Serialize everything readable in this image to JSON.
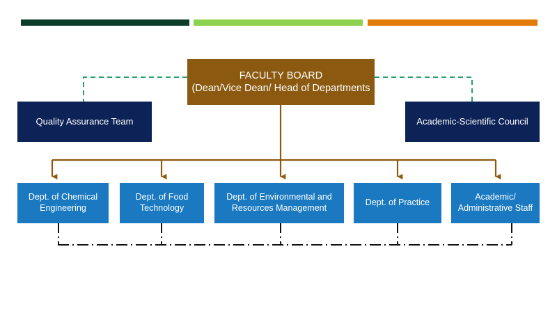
{
  "page": {
    "title": "Faculty Organisational Structure Chart",
    "background": "#ffffff"
  },
  "accent_bars": [
    {
      "name": "dark-green",
      "color": "#0b3d2a",
      "label": ""
    },
    {
      "name": "light-green",
      "color": "#8dd24f",
      "label": ""
    },
    {
      "name": "orange",
      "color": "#e37b09",
      "label": ""
    }
  ],
  "colors": {
    "brown": "#8b5a10",
    "navy": "#0d2357",
    "blue": "#1a79c0",
    "dark_green_bar": "#0b3d2a",
    "light_green_bar": "#8dd24f",
    "orange_bar": "#e37b09",
    "dashed_green_connector": "#23a06a",
    "arrow_connector": "#8b5a10",
    "dash_dot_connector": "#111111",
    "node_text": "#ffffff"
  },
  "chart_data": {
    "type": "diagram",
    "title": "Faculty Organisational Structure",
    "nodes": [
      {
        "id": "faculty-board",
        "label_line_1": "FACULTY BOARD",
        "label_line_2": "(Dean/Vice Dean/ Head of Departments",
        "level": "top",
        "color": "#8b5a10"
      },
      {
        "id": "quality-assurance",
        "label": "Quality Assurance Team",
        "level": "advisory-left",
        "color": "#0d2357"
      },
      {
        "id": "academic-council",
        "label": "Academic-Scientific Council",
        "level": "advisory-right",
        "color": "#0d2357"
      },
      {
        "id": "dept-chemical",
        "label": "Dept. of Chemical Engineering",
        "level": "department",
        "color": "#1a79c0"
      },
      {
        "id": "dept-food",
        "label": "Dept. of Food Technology",
        "level": "department",
        "color": "#1a79c0"
      },
      {
        "id": "dept-environment",
        "label": "Dept. of Environmental and Resources Management",
        "level": "department",
        "color": "#1a79c0"
      },
      {
        "id": "dept-practice",
        "label": "Dept. of Practice",
        "level": "department",
        "color": "#1a79c0"
      },
      {
        "id": "admin-staff",
        "label": "Academic/ Administrative Staff",
        "level": "department",
        "color": "#1a79c0"
      }
    ],
    "edges": [
      {
        "from": "faculty-board",
        "to": "quality-assurance",
        "style": "dashed",
        "color": "#23a06a"
      },
      {
        "from": "faculty-board",
        "to": "academic-council",
        "style": "dashed",
        "color": "#23a06a"
      },
      {
        "from": "faculty-board",
        "to": "dept-chemical",
        "style": "solid-arrow",
        "color": "#8b5a10"
      },
      {
        "from": "faculty-board",
        "to": "dept-food",
        "style": "solid-arrow",
        "color": "#8b5a10"
      },
      {
        "from": "faculty-board",
        "to": "dept-environment",
        "style": "solid-arrow",
        "color": "#8b5a10"
      },
      {
        "from": "faculty-board",
        "to": "dept-practice",
        "style": "solid-arrow",
        "color": "#8b5a10"
      },
      {
        "from": "faculty-board",
        "to": "admin-staff",
        "style": "solid-arrow",
        "color": "#8b5a10"
      },
      {
        "from": "dept-chemical",
        "to": "peer-bus",
        "style": "dash-dot",
        "color": "#111111"
      },
      {
        "from": "dept-food",
        "to": "peer-bus",
        "style": "dash-dot",
        "color": "#111111"
      },
      {
        "from": "dept-environment",
        "to": "peer-bus",
        "style": "dash-dot",
        "color": "#111111"
      },
      {
        "from": "dept-practice",
        "to": "peer-bus",
        "style": "dash-dot",
        "color": "#111111"
      },
      {
        "from": "admin-staff",
        "to": "peer-bus",
        "style": "dash-dot",
        "color": "#111111"
      }
    ]
  },
  "nodes": {
    "faculty_board": {
      "line1": "FACULTY BOARD",
      "line2": "(Dean/Vice Dean/ Head of Departments"
    },
    "quality_assurance": {
      "label": "Quality Assurance Team"
    },
    "academic_council": {
      "label": "Academic-Scientific Council"
    },
    "dept_chemical": {
      "label": "Dept. of Chemical Engineering"
    },
    "dept_food": {
      "label": "Dept. of Food Technology"
    },
    "dept_environment": {
      "label": "Dept. of Environmental and Resources Management"
    },
    "dept_practice": {
      "label": "Dept. of Practice"
    },
    "admin_staff": {
      "label": "Academic/ Administrative Staff"
    }
  }
}
